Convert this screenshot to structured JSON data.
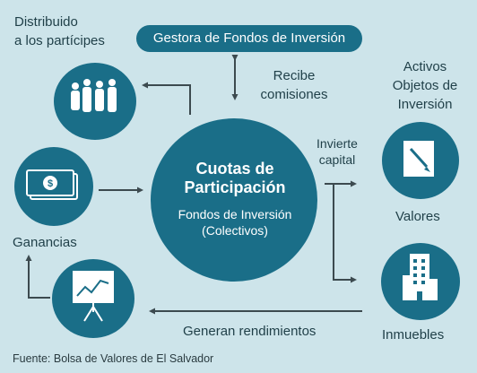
{
  "diagram": {
    "manager_label": "Gestora de Fondos de Inversión",
    "participants_label": [
      "Distribuido",
      "a los partícipes"
    ],
    "fees_label": [
      "Recibe",
      "comisiones"
    ],
    "center_title": [
      "Cuotas de",
      "Participación"
    ],
    "center_subtitle": [
      "Fondos de Inversión",
      "(Colectivos)"
    ],
    "invests_label": [
      "Invierte",
      "capital"
    ],
    "assets_label": [
      "Activos",
      "Objetos de",
      "Inversión"
    ],
    "securities_label": "Valores",
    "gains_label": "Ganancias",
    "returns_label": "Generan rendimientos",
    "real_estate_label": "Inmuebles",
    "icons": [
      "people-icon",
      "banknote-icon",
      "chart-board-icon",
      "document-pen-icon",
      "building-icon"
    ],
    "colors": {
      "circle": "#1a6e88",
      "background": "#cde4ea",
      "arrow": "#3c4a4f",
      "text": "#1f3f48"
    }
  },
  "source": "Fuente: Bolsa de Valores de El Salvador"
}
